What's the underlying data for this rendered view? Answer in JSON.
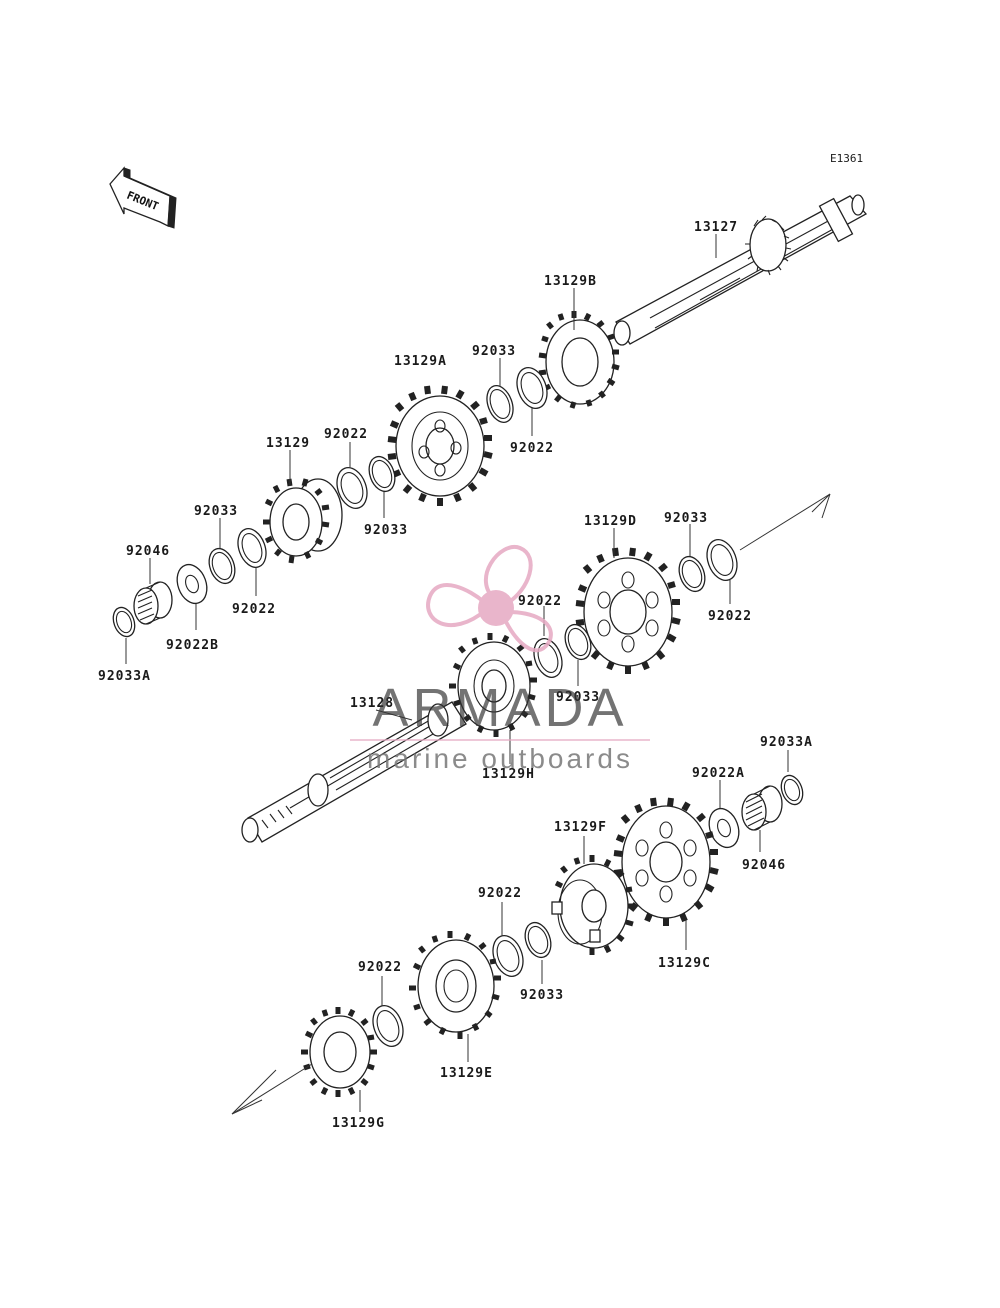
{
  "diagram": {
    "ref_code": "E1361",
    "front_label": "FRONT",
    "labels": {
      "p13127": "13127",
      "p13129B": "13129B",
      "p13129A": "13129A",
      "p92033_a": "92033",
      "p92022_a": "92022",
      "p13129": "13129",
      "p92022_b": "92022",
      "p92033_b": "92033",
      "p92033_c": "92033",
      "p92046_a": "92046",
      "p92022_c": "92022",
      "p92022B": "92022B",
      "p92033A_a": "92033A",
      "p13129D": "13129D",
      "p92033_d": "92033",
      "p92022_d": "92022",
      "p92022_e": "92022",
      "p92033_e": "92033",
      "p13128": "13128",
      "p13129H": "13129H",
      "p92033A_b": "92033A",
      "p92022A": "92022A",
      "p92046_b": "92046",
      "p13129F": "13129F",
      "p13129C": "13129C",
      "p92022_f": "92022",
      "p92033_f": "92033",
      "p92022_g": "92022",
      "p13129E": "13129E",
      "p13129G": "13129G"
    }
  },
  "watermark": {
    "brand": "ARMADA",
    "tagline": "marine outboards",
    "color": "#e6a9c2"
  }
}
